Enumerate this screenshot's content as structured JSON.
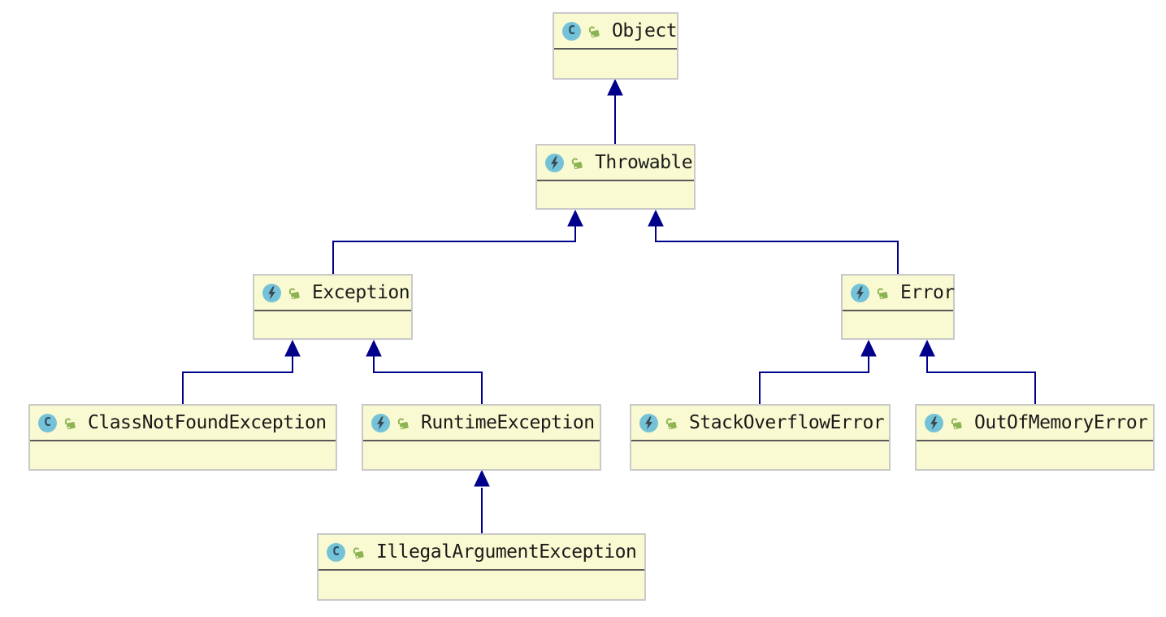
{
  "diagram": {
    "kind": "uml-class-inheritance-diagram",
    "classes": [
      {
        "name": "Object",
        "icon": "class",
        "lock": "unlocked"
      },
      {
        "name": "Throwable",
        "icon": "exception",
        "lock": "unlocked"
      },
      {
        "name": "Exception",
        "icon": "exception",
        "lock": "unlocked"
      },
      {
        "name": "Error",
        "icon": "exception",
        "lock": "unlocked"
      },
      {
        "name": "ClassNotFoundException",
        "icon": "class",
        "lock": "unlocked"
      },
      {
        "name": "RuntimeException",
        "icon": "exception",
        "lock": "unlocked"
      },
      {
        "name": "StackOverflowError",
        "icon": "exception",
        "lock": "unlocked"
      },
      {
        "name": "OutOfMemoryError",
        "icon": "exception",
        "lock": "unlocked"
      },
      {
        "name": "IllegalArgumentException",
        "icon": "class",
        "lock": "unlocked"
      }
    ],
    "relations": [
      {
        "from": "Throwable",
        "to": "Object",
        "type": "extends"
      },
      {
        "from": "Exception",
        "to": "Throwable",
        "type": "extends"
      },
      {
        "from": "Error",
        "to": "Throwable",
        "type": "extends"
      },
      {
        "from": "ClassNotFoundException",
        "to": "Exception",
        "type": "extends"
      },
      {
        "from": "RuntimeException",
        "to": "Exception",
        "type": "extends"
      },
      {
        "from": "StackOverflowError",
        "to": "Error",
        "type": "extends"
      },
      {
        "from": "OutOfMemoryError",
        "to": "Error",
        "type": "extends"
      },
      {
        "from": "IllegalArgumentException",
        "to": "RuntimeException",
        "type": "extends"
      }
    ],
    "icons": {
      "class_letter": "C",
      "exception_icon": "lightning-bolt",
      "lock_icon": "open-padlock"
    },
    "colors": {
      "node_fill": "#FAFAD2",
      "node_border": "#C9C9C9",
      "header_divider": "#5A5A5A",
      "edge": "#00008B",
      "icon_circle": "#74C2D8",
      "icon_glyph": "#2E4B5E",
      "lock_green": "#8CB453",
      "text": "#1A1A1A",
      "background": "#FFFFFF"
    }
  }
}
